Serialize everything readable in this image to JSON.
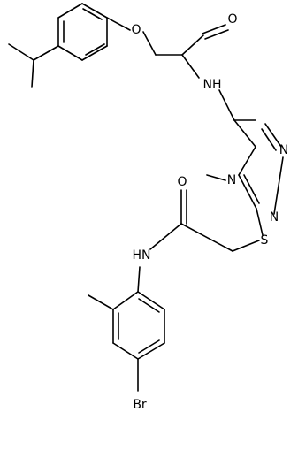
{
  "atoms": {
    "o_ether": "O",
    "o_amide_top": "O",
    "nh_top": "NH",
    "n_ring_right": "N",
    "n_ring_bottom": "N",
    "n_ring_methyl": "N",
    "s_thioether": "S",
    "o_amide_bottom": "O",
    "nh_bottom": "HN",
    "br": "Br"
  },
  "colors": {
    "bond": "#000000",
    "label": "#000000",
    "background": "#ffffff"
  }
}
